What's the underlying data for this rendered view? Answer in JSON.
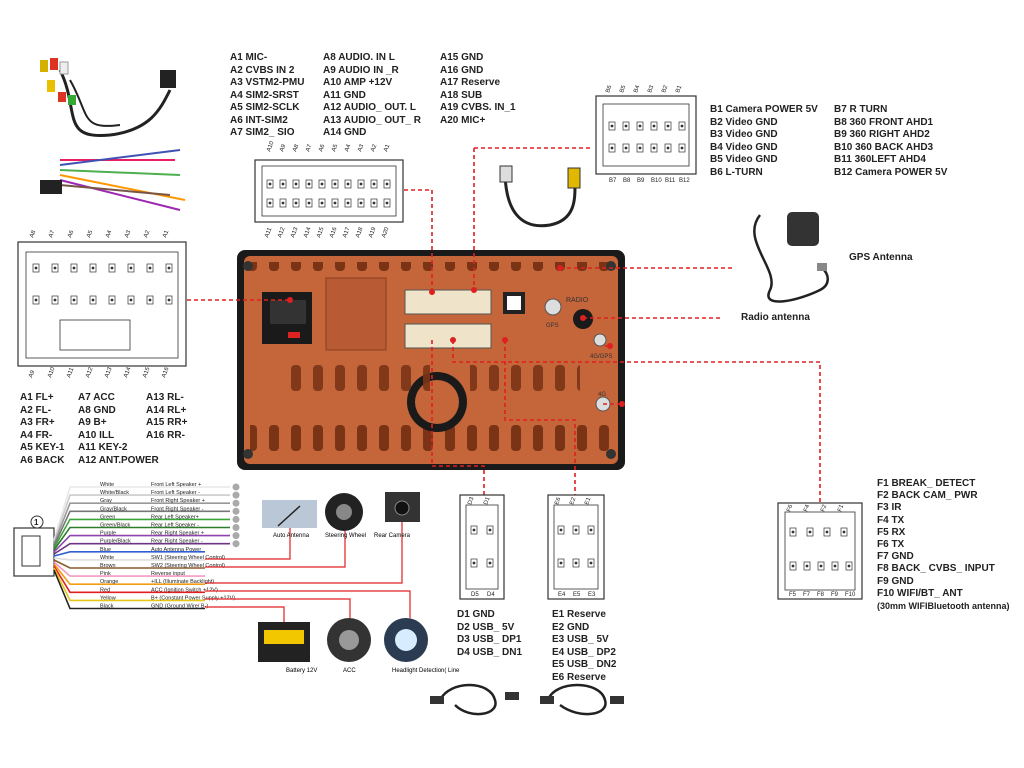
{
  "connector_a_list_top": {
    "col1": [
      "A1 MIC-",
      "A2 CVBS IN 2",
      "A3 VSTM2-PMU",
      "A4 SIM2-SRST",
      "A5 SIM2-SCLK",
      "A6 INT-SIM2",
      "A7 SIM2_ SIO"
    ],
    "col2": [
      "A8 AUDIO. IN L",
      "A9 AUDIO IN _R",
      "A10 AMP +12V",
      "A11 GND",
      "A12 AUDIO_ OUT. L",
      "A13 AUDIO_ OUT_ R",
      "A14 GND"
    ],
    "col3": [
      "A15 GND",
      "A16 GND",
      "A17 Reserve",
      "A18 SUB",
      "A19 CVBS. IN_1",
      "A20 MIC+"
    ]
  },
  "connector_a_top_pins_upper": [
    "A10",
    "A9",
    "A8",
    "A7",
    "A6",
    "A5",
    "A4",
    "A3",
    "A2",
    "A1"
  ],
  "connector_a_top_pins_lower": [
    "A11",
    "A12",
    "A13",
    "A14",
    "A15",
    "A16",
    "A17",
    "A18",
    "A19",
    "A20"
  ],
  "connector_b": {
    "pins_top": [
      "B6",
      "B5",
      "B4",
      "B3",
      "B2",
      "B1"
    ],
    "pins_bottom": [
      "B7",
      "B8",
      "B9",
      "B10",
      "B11",
      "B12"
    ],
    "col1": [
      "B1 Camera POWER 5V",
      "B2 Video GND",
      "B3 Video GND",
      "B4 Video GND",
      "B5 Video GND",
      "B6 L-TURN"
    ],
    "col2": [
      "B7 R TURN",
      "B8 360 FRONT AHD1",
      "B9 360 RIGHT AHD2",
      "B10 360 BACK AHD3",
      "B11 360LEFT AHD4",
      "B12 Camera POWER 5V"
    ]
  },
  "gps_antenna": "GPS Antenna",
  "radio_antenna": "Radio antenna",
  "connector_left": {
    "pins_top": [
      "A8",
      "A7",
      "A6",
      "A5",
      "A4",
      "A3",
      "A2",
      "A1"
    ],
    "pins_bottom": [
      "A9",
      "A10",
      "A11",
      "A12",
      "A13",
      "A14",
      "A15",
      "A16"
    ],
    "col1": [
      "A1 FL+",
      "A2 FL-",
      "A3 FR+",
      "A4 FR-",
      "A5 KEY-1",
      "A6 BACK"
    ],
    "col2": [
      "A7 ACC",
      "A8 GND",
      "A9 B+",
      "A10 ILL",
      "A11 KEY-2",
      "A12 ANT.POWER"
    ],
    "col3": [
      "A13 RL-",
      "A14 RL+",
      "A15 RR+",
      "A16 RR-"
    ]
  },
  "unit_labels": {
    "radio": "RADIO",
    "gps": "GPS",
    "fourg_gps": "4G/GPS",
    "fourg": "4G"
  },
  "connector_f": {
    "pins_top": [
      "F6",
      "F4",
      "F2",
      "F1"
    ],
    "pins_bottom": [
      "F5",
      "F7",
      "F8",
      "F9",
      "F10"
    ],
    "list": [
      "F1 BREAK_ DETECT",
      "F2 BACK CAM_ PWR",
      "F3 IR",
      "F4 TX",
      "F5 RX",
      "F6 TX",
      "F7 GND",
      "F8 BACK_ CVBS_ INPUT",
      "F9 GND",
      "F10 WIFI/BT_ ANT",
      "(30mm WIFIBluetooth antenna)"
    ]
  },
  "connector_d": {
    "pins_top": [
      "D3",
      "D1"
    ],
    "pins_bottom": [
      "D5",
      "D4"
    ],
    "list": [
      "D1 GND",
      "D2 USB_ 5V",
      "D3 USB_ DP1",
      "D4 USB_ DN1"
    ]
  },
  "connector_e": {
    "pins_top": [
      "E6",
      "E2",
      "E1"
    ],
    "pins_bottom": [
      "E4",
      "E5",
      "E3"
    ],
    "list": [
      "E1 Reserve",
      "E2 GND",
      "E3 USB_ 5V",
      "E4 USB_ DP2",
      "E5 USB_ DN2",
      "E6 Reserve"
    ]
  },
  "harness": {
    "connector_number": "1",
    "colors_left": [
      "White",
      "White/Black",
      "Gray",
      "Gray/Black",
      "Green",
      "Green/Black",
      "Purple",
      "Purple/Black",
      "Blue",
      "White",
      "Brown",
      "Pink",
      "Orange",
      "Red",
      "Yellow",
      "Black"
    ],
    "functions": [
      "Front Left Speaker +",
      "Front Left Speaker -",
      "Front Right Speaker +",
      "Front Right Speaker -",
      "Rear Left Speaker+",
      "Rear Left Speaker -",
      "Rear Right Speaker +",
      "Rear Right Speaker -",
      "Auto Antenna Power",
      "SW1 (Steering Wheel Control)",
      "SW2 (Steering Wheel Control)",
      "Reverse input",
      "+ILL (Illuminate Backlight)",
      "ACC (Ignition Switch +12V)",
      "B+ (Constant Power Supply +12V)",
      "GND (Ground Wire/ B-)"
    ],
    "wire_colors": [
      "#e8e8e8",
      "#cccccc",
      "#999999",
      "#777777",
      "#3aa63a",
      "#2e7d2e",
      "#8e44ad",
      "#6c3483",
      "#2f5fd0",
      "#dddddd",
      "#8b5a2b",
      "#f49ac1",
      "#f39c12",
      "#e02020",
      "#e6c619",
      "#222222"
    ],
    "photos": [
      "Auto Antenna",
      "Steering Wheel",
      "Rear Camera",
      "Battery 12V",
      "ACC",
      "Headlight Detection( Line"
    ]
  }
}
